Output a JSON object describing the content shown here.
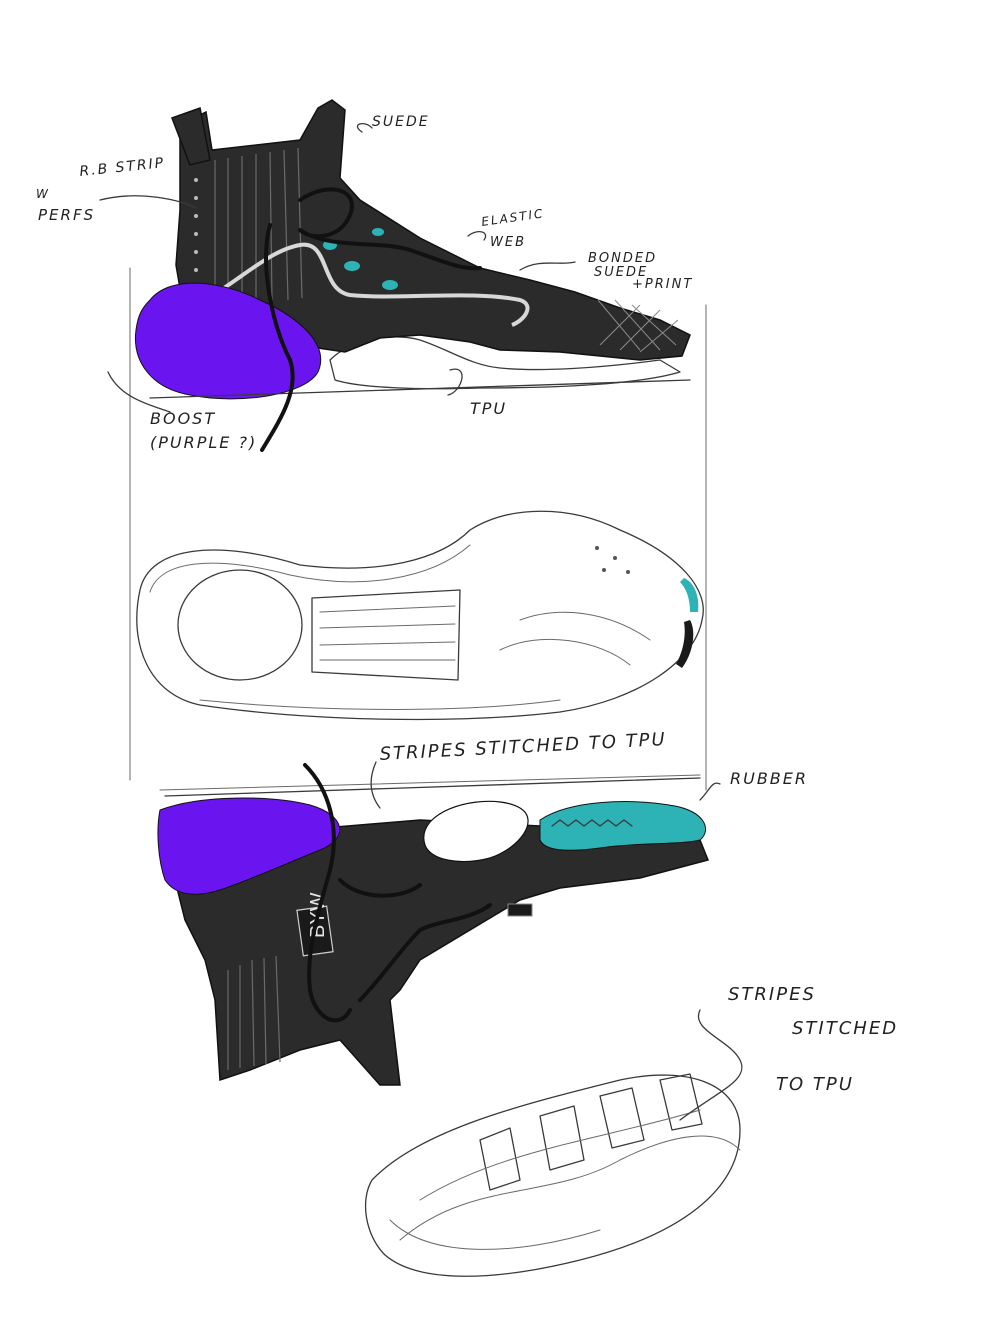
{
  "annotations": {
    "suede": "SUEDE",
    "rb_strip": "R.B STRIP",
    "w_perfs_1": "W",
    "w_perfs_2": "PERFS",
    "elastic_web_1": "ELASTIC",
    "elastic_web_2": "WEB",
    "bonded_1": "BONDED",
    "bonded_2": "SUEDE",
    "bonded_3": "+PRINT",
    "tpu": "TPU",
    "boost_1": "BOOST",
    "boost_2": "(PURPLE ?)",
    "stripes_top": "STRIPES STITCHED TO TPU",
    "rubber": "RUBBER",
    "stripes_b1": "STRIPES",
    "stripes_b2": "STITCHED",
    "stripes_b3": "TO TPU",
    "sock_logo": "BYW"
  },
  "colors": {
    "upper": "#2b2b2b",
    "boost": "#6a14f0",
    "teal": "#2db3b5",
    "ink": "#222222",
    "background": "#ffffff"
  }
}
